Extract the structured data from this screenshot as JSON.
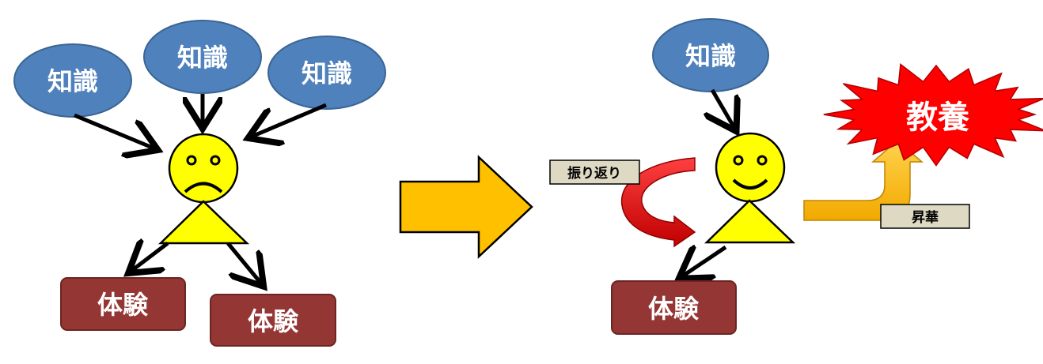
{
  "left": {
    "knowledge": [
      "知識",
      "知識",
      "知識"
    ],
    "experience": [
      "体験",
      "体験"
    ]
  },
  "right": {
    "knowledge": "知識",
    "experience": "体験",
    "reflection": "振り返り",
    "sublimation": "昇華",
    "culture": "教養"
  },
  "colors": {
    "knowledge_fill": "#4f81bd",
    "experience_fill": "#943634",
    "person_fill": "#ffff00",
    "big_arrow_fill": "#ffc000",
    "culture_fill": "#ff0000",
    "label_fill": "#ddd9c3",
    "reflect_arrow": "#ff0000",
    "sublimate_arrow": "#ffc000"
  }
}
